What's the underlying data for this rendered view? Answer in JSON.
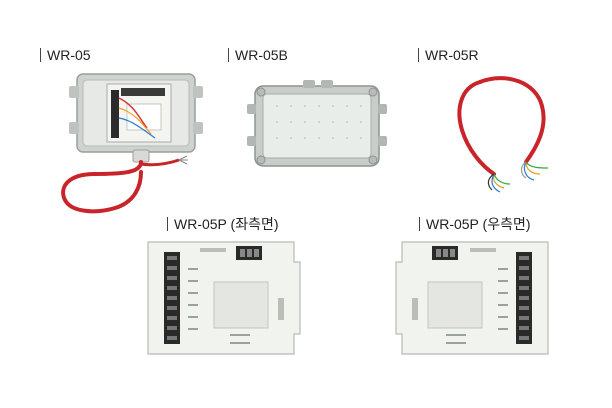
{
  "products": [
    {
      "label": "WR-05"
    },
    {
      "label": "WR-05B"
    },
    {
      "label": "WR-05R"
    },
    {
      "label": "WR-05P (좌측면)"
    },
    {
      "label": "WR-05P (우측면)"
    }
  ],
  "colors": {
    "enclosure_gray": "#c8ccc9",
    "lid_clear": "#e8ecea",
    "cable_red": "#c8242a",
    "board_white": "#f1f3ee",
    "terminal_black": "#2a2a2a"
  }
}
